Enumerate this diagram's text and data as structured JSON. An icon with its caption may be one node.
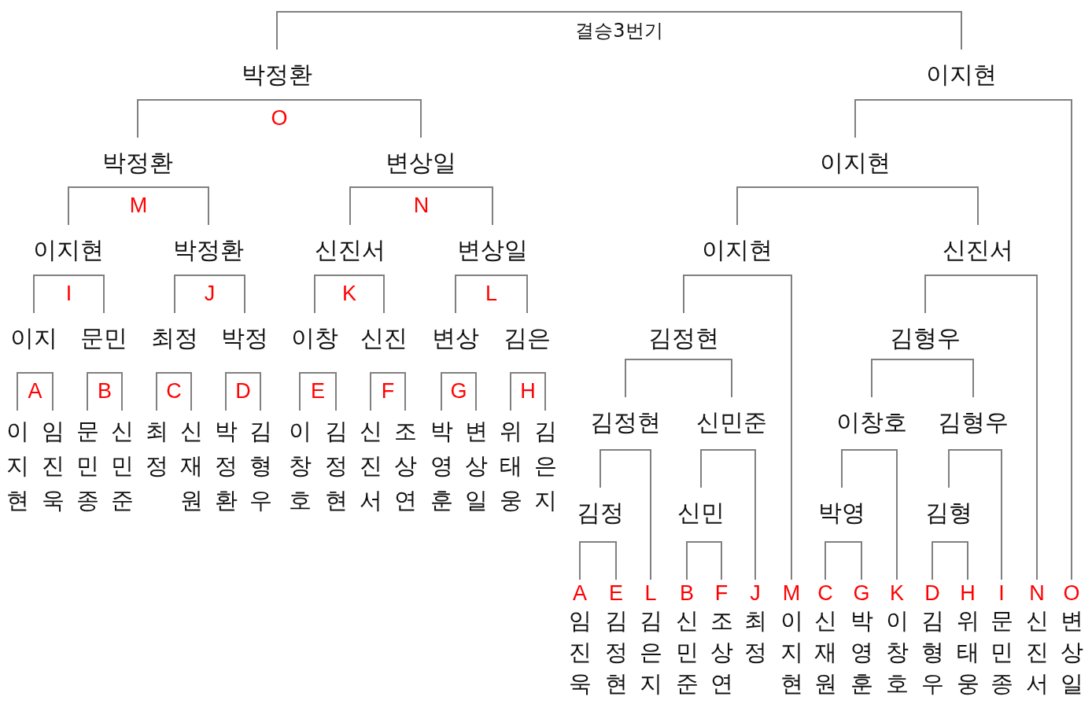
{
  "diagram": {
    "nodes": [
      {
        "text": [
          "박정환"
        ]
      },
      {
        "text": [
          "이지현"
        ]
      },
      {
        "text": [
          "박정환"
        ]
      },
      {
        "text": [
          "변상일"
        ]
      },
      {
        "text": [
          "이지현"
        ]
      },
      {
        "text": [
          "이지현"
        ]
      },
      {
        "text": [
          "박정환"
        ]
      },
      {
        "text": [
          "신진서"
        ]
      },
      {
        "text": [
          "변상일"
        ]
      },
      {
        "text": [
          "이지현"
        ]
      },
      {
        "text": [
          "신진서"
        ]
      },
      {
        "text": [
          "이지"
        ]
      },
      {
        "text": [
          "문민"
        ]
      },
      {
        "text": [
          "최정"
        ]
      },
      {
        "text": [
          "박정"
        ]
      },
      {
        "text": [
          "이창"
        ]
      },
      {
        "text": [
          "신진"
        ]
      },
      {
        "text": [
          "변상"
        ]
      },
      {
        "text": [
          "김은"
        ]
      },
      {
        "text": [
          "김정현"
        ]
      },
      {
        "text": [
          "김형우"
        ]
      },
      {
        "text": [
          "김정현"
        ]
      },
      {
        "text": [
          "신민준"
        ]
      },
      {
        "text": [
          "이창호"
        ]
      },
      {
        "text": [
          "김형우"
        ]
      },
      {
        "text": [
          "이지현"
        ]
      },
      {
        "text": [
          "임진욱"
        ]
      },
      {
        "text": [
          "문민종"
        ]
      },
      {
        "text": [
          "신민준"
        ]
      },
      {
        "text": [
          "최정"
        ]
      },
      {
        "text": [
          "신재원"
        ]
      },
      {
        "text": [
          "박정환"
        ]
      },
      {
        "text": [
          "김형우"
        ]
      },
      {
        "text": [
          "이창호"
        ]
      },
      {
        "text": [
          "김정현"
        ]
      },
      {
        "text": [
          "신진서"
        ]
      },
      {
        "text": [
          "조상연"
        ]
      },
      {
        "text": [
          "박영훈"
        ]
      },
      {
        "text": [
          "변상일"
        ]
      },
      {
        "text": [
          "위태웅"
        ]
      },
      {
        "text": [
          "김은지"
        ]
      },
      {
        "text": [
          "김정"
        ]
      },
      {
        "text": [
          "신민"
        ]
      },
      {
        "text": [
          "박영"
        ]
      },
      {
        "text": [
          "김형"
        ]
      },
      {
        "text": [
          "A",
          "임진욱"
        ]
      },
      {
        "text": [
          "E",
          "김정현"
        ]
      },
      {
        "text": [
          "L",
          "김은지"
        ]
      },
      {
        "text": [
          "B",
          "신민준"
        ]
      },
      {
        "text": [
          "F",
          "조상연"
        ]
      },
      {
        "text": [
          "J",
          "최정"
        ]
      },
      {
        "text": [
          "M",
          "이지현"
        ]
      },
      {
        "text": [
          "C",
          "신재원"
        ]
      },
      {
        "text": [
          "G",
          "박영훈"
        ]
      },
      {
        "text": [
          "K",
          "이창호"
        ]
      },
      {
        "text": [
          "D",
          "김형우"
        ]
      },
      {
        "text": [
          "H",
          "위태웅"
        ]
      },
      {
        "text": [
          "I",
          "문민종"
        ]
      },
      {
        "text": [
          "N",
          "신진서"
        ]
      },
      {
        "text": [
          "O",
          "변상일"
        ]
      }
    ],
    "edges": [
      {
        "from": 0,
        "to": 1,
        "arrow": "none",
        "label": "결승3번기"
      },
      {
        "from": 2,
        "to": 3,
        "arrow": "none",
        "label": "O"
      },
      {
        "from": 5,
        "to": 6,
        "arrow": "none",
        "label": "M"
      },
      {
        "from": 7,
        "to": 8,
        "arrow": "none",
        "label": "N"
      },
      {
        "from": 11,
        "to": 12,
        "arrow": "none",
        "label": "I"
      },
      {
        "from": 13,
        "to": 14,
        "arrow": "none",
        "label": "J"
      },
      {
        "from": 15,
        "to": 16,
        "arrow": "none",
        "label": "K"
      },
      {
        "from": 17,
        "to": 18,
        "arrow": "none",
        "label": "L"
      },
      {
        "from": 25,
        "to": 26,
        "arrow": "none",
        "label": "A"
      },
      {
        "from": 27,
        "to": 28,
        "arrow": "none",
        "label": "B"
      },
      {
        "from": 29,
        "to": 30,
        "arrow": "none",
        "label": "C"
      },
      {
        "from": 31,
        "to": 32,
        "arrow": "none",
        "label": "D"
      },
      {
        "from": 33,
        "to": 34,
        "arrow": "none",
        "label": "E"
      },
      {
        "from": 35,
        "to": 36,
        "arrow": "none",
        "label": "F"
      },
      {
        "from": 37,
        "to": 38,
        "arrow": "none",
        "label": "G"
      },
      {
        "from": 39,
        "to": 40,
        "arrow": "none",
        "label": "H"
      },
      {
        "from": 4,
        "to": 59,
        "arrow": "none"
      },
      {
        "from": 9,
        "to": 10,
        "arrow": "none"
      },
      {
        "from": 19,
        "to": 51,
        "arrow": "none"
      },
      {
        "from": 20,
        "to": 58,
        "arrow": "none"
      },
      {
        "from": 21,
        "to": 22,
        "arrow": "none"
      },
      {
        "from": 23,
        "to": 24,
        "arrow": "none"
      },
      {
        "from": 41,
        "to": 47,
        "arrow": "none"
      },
      {
        "from": 42,
        "to": 50,
        "arrow": "none"
      },
      {
        "from": 43,
        "to": 54,
        "arrow": "none"
      },
      {
        "from": 44,
        "to": 57,
        "arrow": "none"
      },
      {
        "from": 45,
        "to": 46,
        "arrow": "none"
      },
      {
        "from": 48,
        "to": 49,
        "arrow": "none"
      },
      {
        "from": 52,
        "to": 53,
        "arrow": "none"
      },
      {
        "from": 55,
        "to": 56,
        "arrow": "none"
      }
    ]
  }
}
